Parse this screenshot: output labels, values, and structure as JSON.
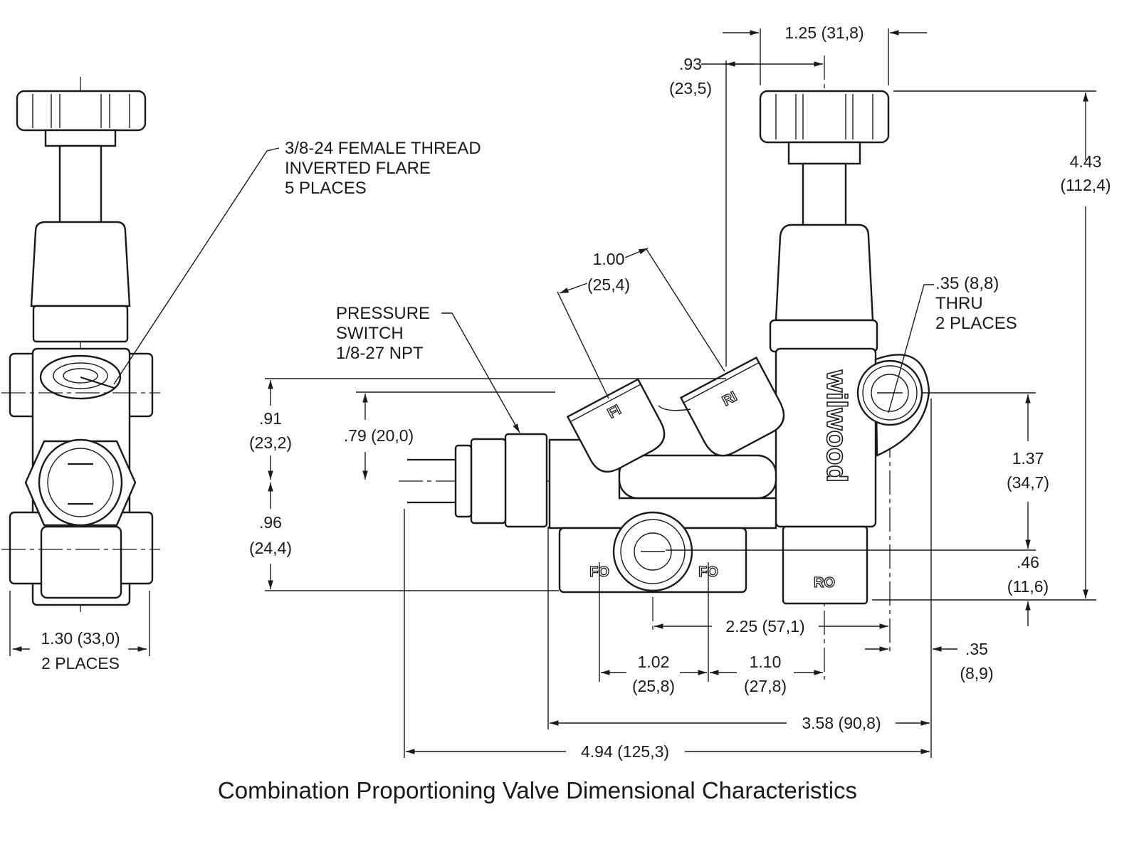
{
  "diagram": {
    "title": "Combination Proportioning Valve Dimensional Characteristics",
    "brand_logo": "wilwood",
    "port_labels": {
      "front_inlet": "FI",
      "rear_inlet": "RI",
      "front_outlet_left": "FO",
      "front_outlet_right": "FO",
      "rear_outlet": "RO"
    },
    "notes": {
      "female_thread": [
        "3/8-24 FEMALE THREAD",
        "INVERTED FLARE",
        "5 PLACES"
      ],
      "pressure_switch": [
        "PRESSURE",
        "SWITCH",
        "1/8-27 NPT"
      ],
      "mount_hole": [
        ".35 (8,8)",
        "THRU",
        "2 PLACES"
      ]
    },
    "dimensions": {
      "side_width": [
        "1.30 (33,0)",
        "2 PLACES"
      ],
      "knob_width": "1.25 (31,8)",
      "knob_offset": [
        ".93",
        "(23,5)"
      ],
      "overall_height": [
        "4.43",
        "(112,4)"
      ],
      "inlet_spacing": [
        "1.00",
        "(25,4)"
      ],
      "upper_height": [
        ".91",
        "(23,2)"
      ],
      "switch_height": ".79 (20,0)",
      "lower_height": [
        ".96",
        "(24,4)"
      ],
      "mount_vertical": [
        "1.37",
        "(34,7)"
      ],
      "mount_bottom": [
        ".46",
        "(11,6)"
      ],
      "mount_horizontal": "2.25 (57,1)",
      "outlet_spacing_1": [
        "1.02",
        "(25,8)"
      ],
      "outlet_spacing_2": [
        "1.10",
        "(27,8)"
      ],
      "edge_offset": [
        ".35",
        "(8,9)"
      ],
      "body_length": "3.58 (90,8)",
      "overall_length": "4.94 (125,3)"
    }
  }
}
